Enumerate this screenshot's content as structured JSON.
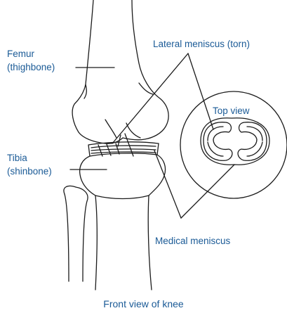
{
  "colors": {
    "label": "#1a5a96",
    "line_art": "#1b1b1b",
    "background": "#ffffff"
  },
  "labels": {
    "femur_line1": "Femur",
    "femur_line2": "(thighbone)",
    "tibia_line1": "Tibia",
    "tibia_line2": "(shinbone)",
    "lateral_meniscus": "Lateral meniscus (torn)",
    "top_view": "Top view",
    "medical_meniscus": "Medical meniscus"
  },
  "caption": "Front view of knee"
}
